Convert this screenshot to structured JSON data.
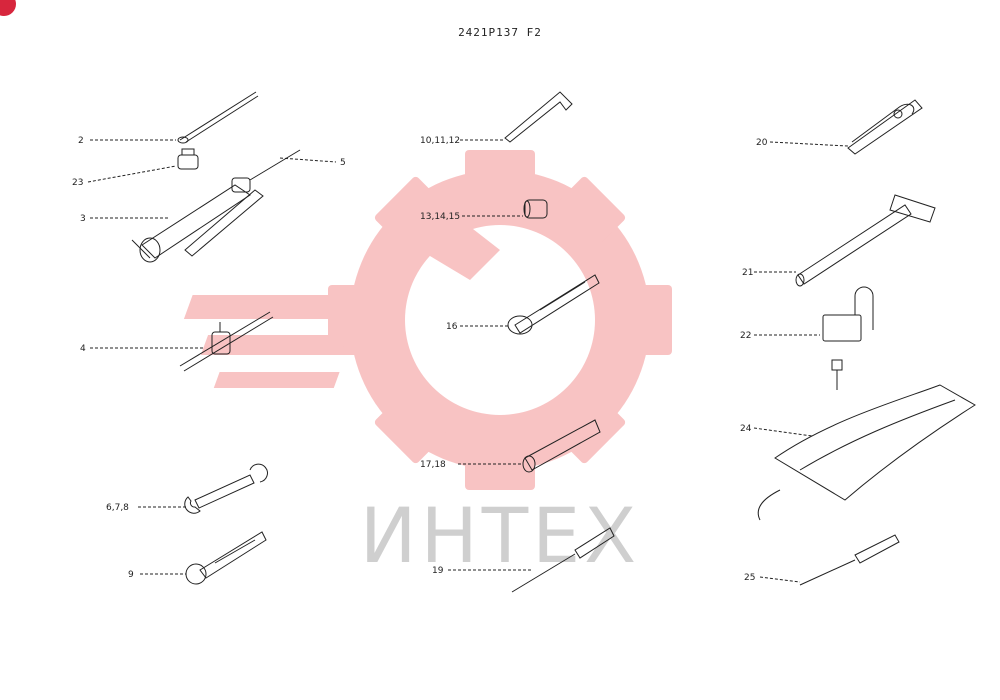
{
  "drawing_code": "2421P137 F2",
  "watermark": {
    "text": "ИНТЕХ",
    "logo": "gear-wrench-logo",
    "color": "#f6b3b3"
  },
  "callouts": {
    "c2": "2",
    "c23": "23",
    "c3": "3",
    "c5": "5",
    "c4": "4",
    "c678": "6,7,8",
    "c9": "9",
    "c101112": "10,11,12",
    "c131415": "13,14,15",
    "c16": "16",
    "c1718": "17,18",
    "c19": "19",
    "c20": "20",
    "c21": "21",
    "c22": "22",
    "c24": "24",
    "c25": "25"
  },
  "colors": {
    "ink": "#222222",
    "accent": "#d7263d"
  }
}
